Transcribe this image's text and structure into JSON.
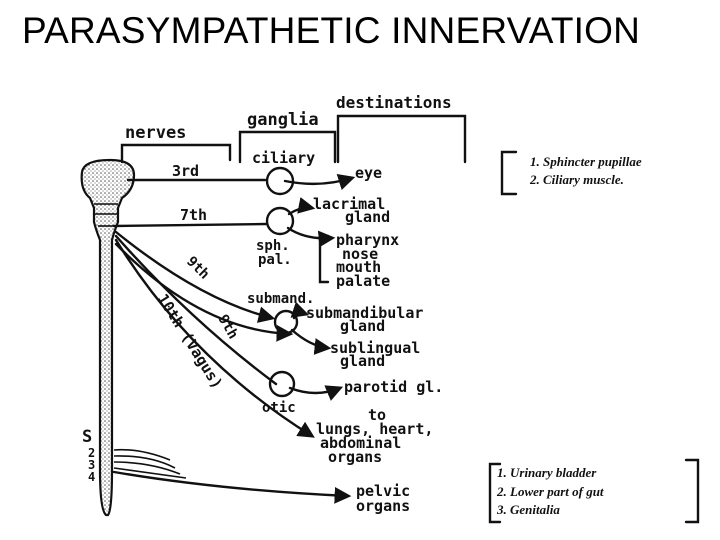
{
  "title": "PARASYMPATHETIC INNERVATION",
  "headers": {
    "nerves": "nerves",
    "ganglia": "ganglia",
    "destinations": "destinations"
  },
  "nerves": {
    "third": "3rd",
    "seventh": "7th",
    "ninth_upper": "9th",
    "tenth": "10th (Vagus)",
    "ninth": "9th",
    "sacral": [
      "S",
      "2",
      "3",
      "4"
    ]
  },
  "ganglia": {
    "ciliary": "ciliary",
    "sph_pal": [
      "sph.",
      "pal."
    ],
    "submand": "submand.",
    "otic": "otic"
  },
  "destinations": {
    "eye": "eye",
    "lacrimal": [
      "lacrimal",
      "gland"
    ],
    "pharynx_group": [
      "pharynx",
      "nose",
      "mouth",
      "palate"
    ],
    "submandibular": [
      "submandibular",
      "gland"
    ],
    "sublingual": [
      "sublingual",
      "gland"
    ],
    "parotid": "parotid gl.",
    "vagus_targets": [
      "to",
      "lungs, heart,",
      "abdominal",
      "organs"
    ],
    "pelvic": [
      "pelvic",
      "organs"
    ]
  },
  "eye_effects": [
    "1. Sphincter pupillae",
    "2. Ciliary muscle."
  ],
  "pelvic_effects": [
    "1. Urinary bladder",
    "2. Lower part of gut",
    "3. Genitalia"
  ]
}
